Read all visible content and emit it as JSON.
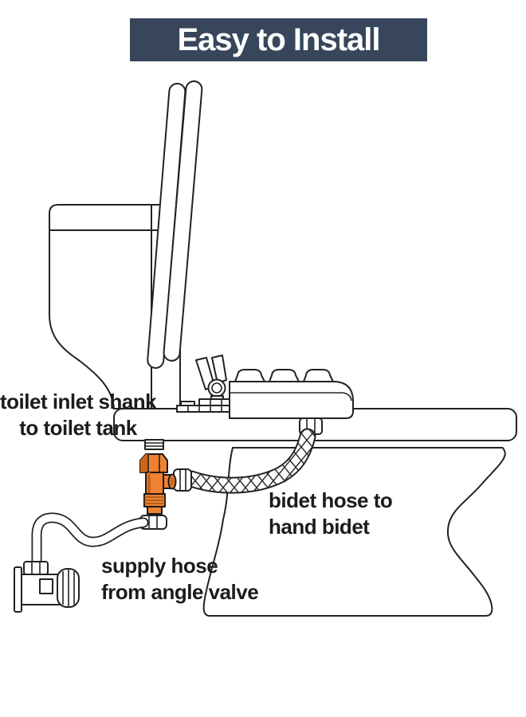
{
  "title": {
    "text": "Easy to Install",
    "bg_color": "#37465a",
    "text_color": "#ffffff"
  },
  "labels": {
    "inlet_shank": {
      "line1": "toilet inlet shank",
      "line2": "to toilet tank"
    },
    "bidet_hose": {
      "line1": "bidet hose to",
      "line2": "hand bidet"
    },
    "supply_hose": {
      "line1": "supply hose",
      "line2": "from angle valve"
    }
  },
  "colors": {
    "valve_orange": "#ef8231",
    "valve_orange_dark": "#c9661c",
    "line_color": "#222222",
    "background": "#ffffff"
  },
  "diagram_parts": [
    "toilet-tank",
    "raised-lid-and-seat",
    "hand-bidet-unit",
    "toilet-inlet-shank",
    "orange-t-valve-adapter",
    "braided-bidet-hose",
    "supply-hose",
    "angle-valve"
  ]
}
